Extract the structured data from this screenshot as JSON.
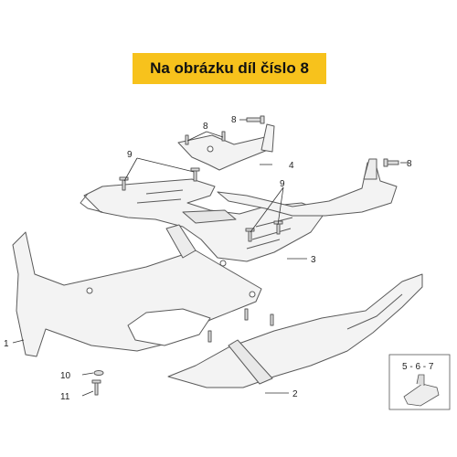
{
  "banner": {
    "text": "Na obrázku díl číslo 8",
    "color": "#f7c21c"
  },
  "callouts": {
    "c1": "1",
    "c2": "2",
    "c3": "3",
    "c4": "4",
    "c8a": "8",
    "c8b": "8",
    "c8c": "8",
    "c9a": "9",
    "c9b": "9",
    "c10": "10",
    "c11": "11"
  },
  "inset": {
    "label": "5 - 6 - 7"
  },
  "colors": {
    "line": "#5a5a5a",
    "panel": "#f2f2f2",
    "leader": "#333333"
  }
}
